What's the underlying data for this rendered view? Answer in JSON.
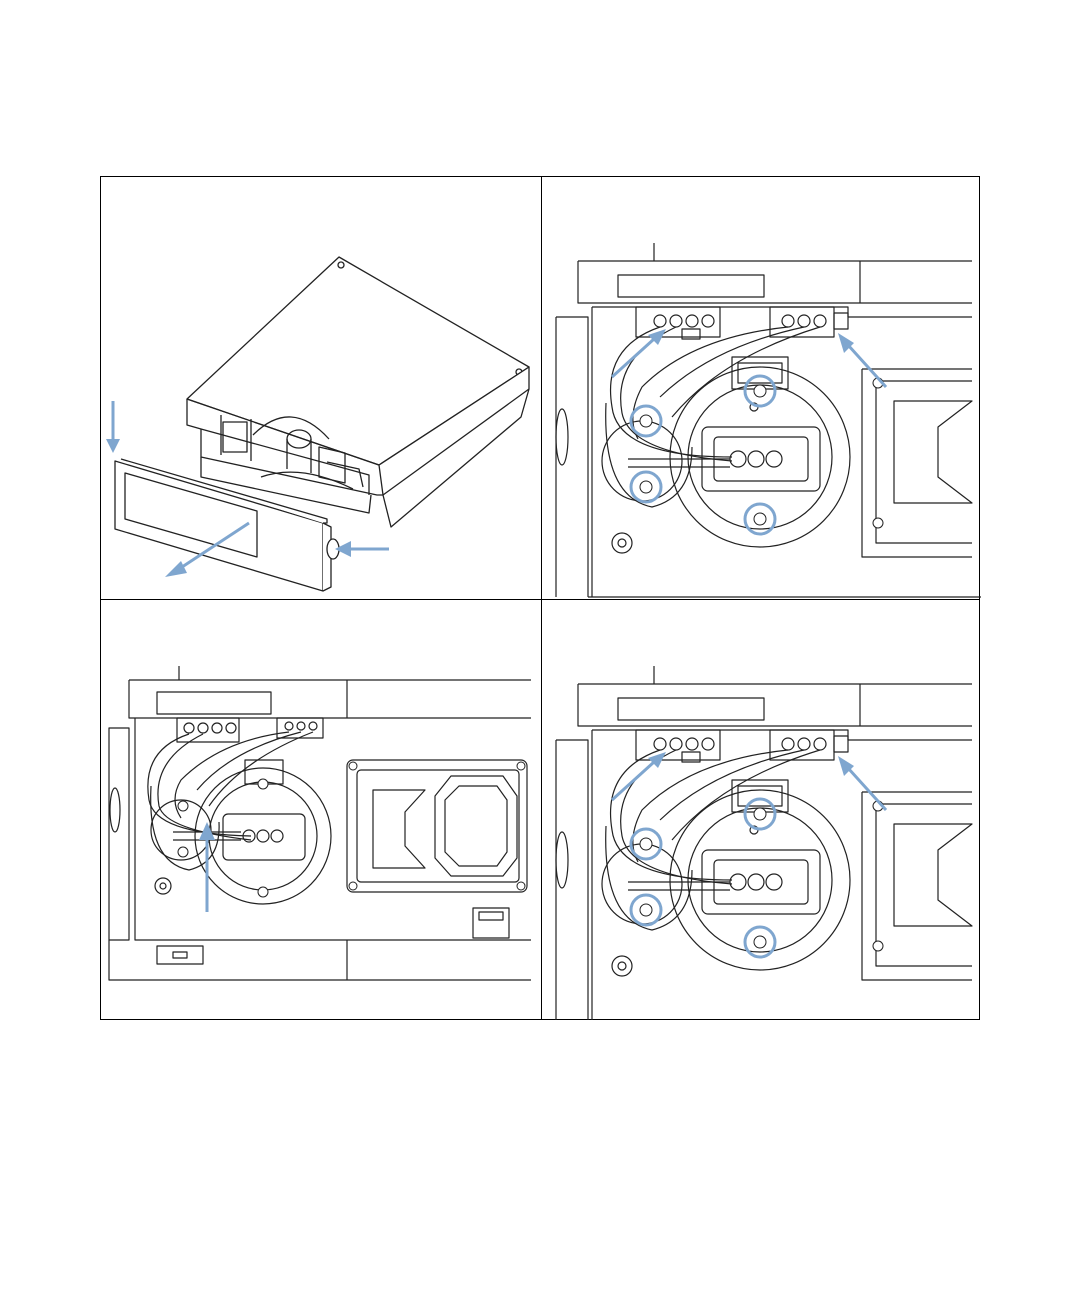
{
  "figure": {
    "panels": [
      {
        "id": "panel-1",
        "subject": "detector-module-front-cover-removal"
      },
      {
        "id": "panel-2",
        "subject": "lamp-screws-and-connectors"
      },
      {
        "id": "panel-3",
        "subject": "lamp-housing-removal"
      },
      {
        "id": "panel-4",
        "subject": "lamp-screws-and-connectors-reinstall"
      }
    ],
    "colors": {
      "line": "#222222",
      "arrow": "#7fa6cf",
      "highlight_circle": "#7fa6cf",
      "border": "#000000",
      "background": "#ffffff"
    },
    "icons": [
      "arrow-icon",
      "highlight-circle-icon",
      "screw-icon"
    ]
  }
}
